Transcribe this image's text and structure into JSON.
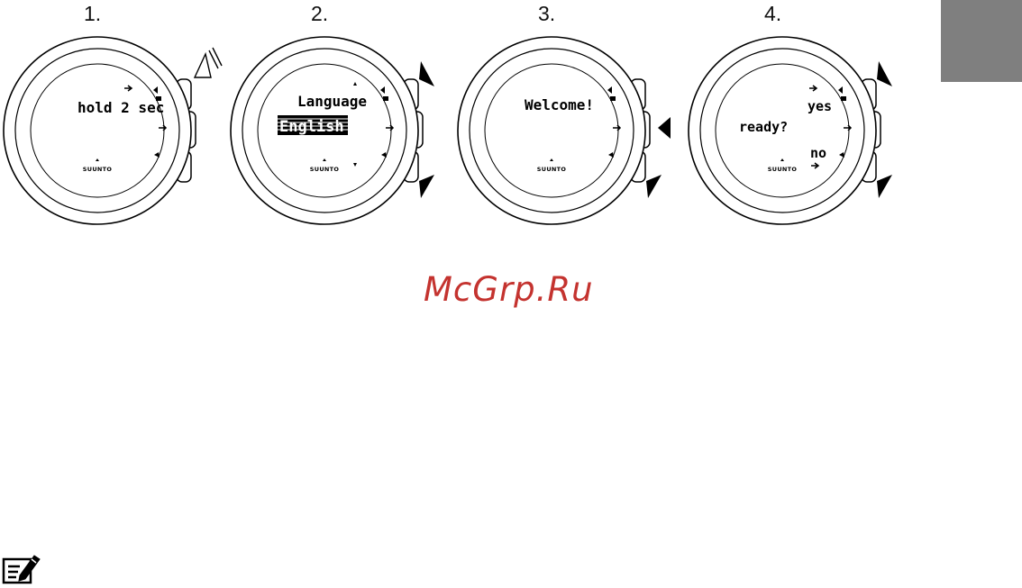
{
  "steps": [
    {
      "number": "1.",
      "screen_text": "hold 2 sec"
    },
    {
      "number": "2.",
      "screen_text_top": "Language",
      "screen_text_bottom": "English"
    },
    {
      "number": "3.",
      "screen_text": "Welcome!"
    },
    {
      "number": "4.",
      "screen_text_top": "yes",
      "screen_text_mid": "ready?",
      "screen_text_bottom": "no"
    }
  ],
  "brand": "SUUNTO",
  "watermark": "McGrp.Ru",
  "colors": {
    "corner_tab": "#7f7f7f",
    "watermark": "#c4332f"
  },
  "icons": {
    "note": "note-pencil-icon",
    "button_arrow": "triangle-arrow-icon",
    "button_hold": "hold-press-icon"
  }
}
